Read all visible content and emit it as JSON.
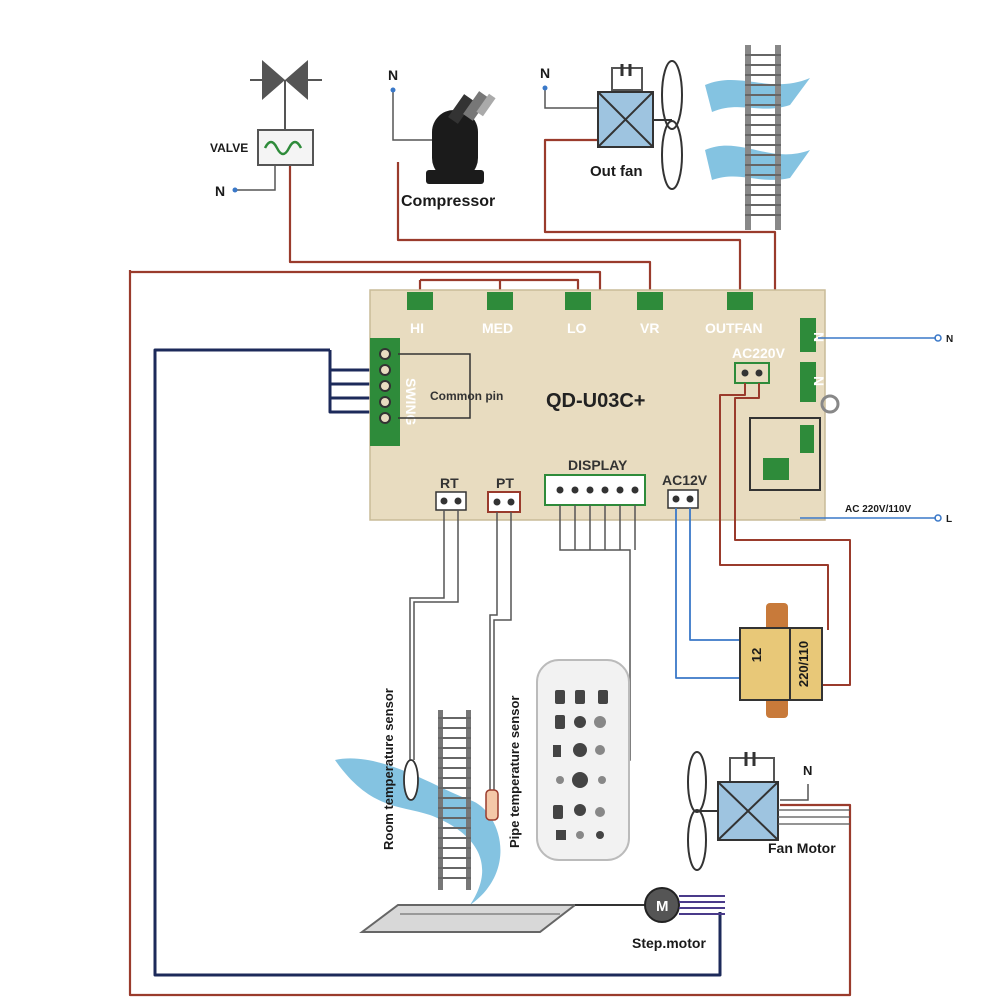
{
  "labels": {
    "valve": "VALVE",
    "n_valve": "N",
    "n_compressor": "N",
    "n_outfan": "N",
    "compressor": "Compressor",
    "out_fan": "Out fan",
    "hi": "HI",
    "med": "MED",
    "lo": "LO",
    "vr": "VR",
    "outfan_pin": "OUTFAN",
    "n_pin_1": "N",
    "n_pin_2": "N",
    "n_line": "N",
    "ac220v_pin": "AC220V",
    "swing": "SWING",
    "common_pin": "Common pin",
    "board_model": "QD-U03C+",
    "rt": "RT",
    "pt": "PT",
    "display": "DISPLAY",
    "ac12v": "AC12V",
    "ac_supply": "AC 220V/110V",
    "l_line": "L",
    "transformer_secondary": "12",
    "transformer_primary": "220/110",
    "room_temperature_sensor": "Room temperature sensor",
    "pipe_temperature_sensor": "Pipe temperature sensor",
    "n_fan_motor": "N",
    "fan_motor": "Fan Motor",
    "step_motor": "Step.motor",
    "motor_m": "M"
  },
  "colors": {
    "board": "#e8dcc0",
    "connector": "#2e8b3a",
    "wire_red": "#9a3b2c",
    "wire_navy": "#1c2a5a",
    "wire_gray": "#555555",
    "wire_blue": "#3a78c8",
    "airflow": "#6fb8dc",
    "transformer": "#c87a3a"
  }
}
